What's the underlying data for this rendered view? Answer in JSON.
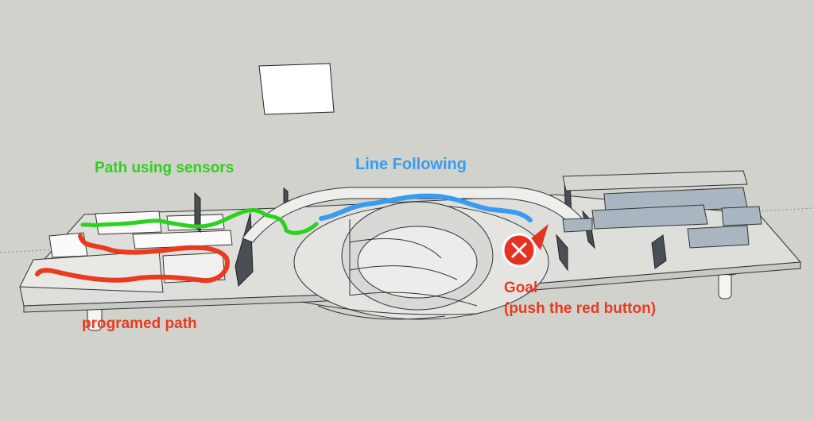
{
  "labels": {
    "sensors": "Path using sensors",
    "line_following": "Line Following",
    "programmed": "programed path",
    "goal_title": "Goal",
    "goal_subtitle": "(push the red button)"
  },
  "colors": {
    "background": "#d2d2cc",
    "board": "#dededb",
    "sensor_path": "#2bd11f",
    "line_path": "#3a9cf0",
    "programmed_path": "#ea3a1f",
    "goal_button": "#e53323",
    "panels": "#a9b6c2"
  },
  "icons": {
    "goal_button": "red-button-x-icon"
  }
}
